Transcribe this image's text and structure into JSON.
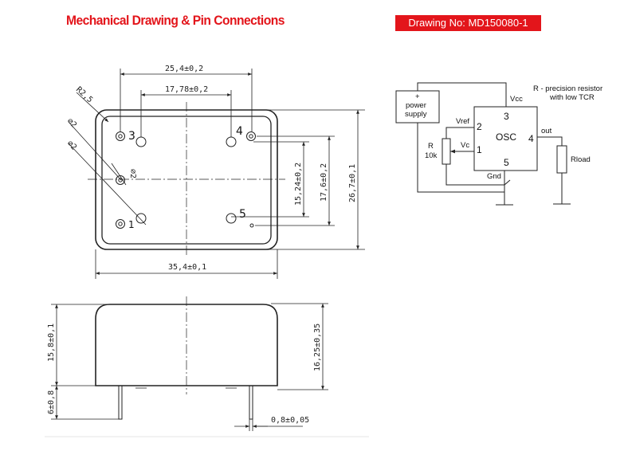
{
  "header": {
    "title": "Mechanical Drawing & Pin Connections",
    "drawing_no": "Drawing No: MD150080-1"
  },
  "top_view": {
    "dim_pin_outer": "25,4±0,2",
    "dim_pin_inner": "17,78±0,2",
    "dim_radius": "R2,5",
    "dim_dia_1": "⌀2",
    "dim_dia_2": "⌀2",
    "dim_dia_3": "⌀2",
    "dim_width": "35,4±0,1",
    "dim_pin_vspan": "15,24±0,2",
    "dim_case_inner": "17,6±0,2",
    "dim_height": "26,7±0,1",
    "pins": {
      "p1": "1",
      "p3": "3",
      "p4": "4",
      "p5": "5"
    }
  },
  "side_view": {
    "dim_body_height": "15,8±0,1",
    "dim_total_height": "16,25±0,35",
    "dim_pin_length": "6±0,8",
    "dim_pin_dia": "0,8±0,05"
  },
  "schematic": {
    "supply_plus": "+",
    "supply_line1": "power",
    "supply_line2": "supply",
    "vcc": "Vcc",
    "pin3": "3",
    "vref": "Vref",
    "pin2": "2",
    "osc": "OSC",
    "vc": "Vc",
    "pin1": "1",
    "pin4": "4",
    "out": "out",
    "pin5": "5",
    "gnd": "Gnd",
    "r_label": "R",
    "r_value": "10k",
    "rload": "Rload",
    "note_line1": "R - precision resistor",
    "note_line2": "with low TCR"
  }
}
